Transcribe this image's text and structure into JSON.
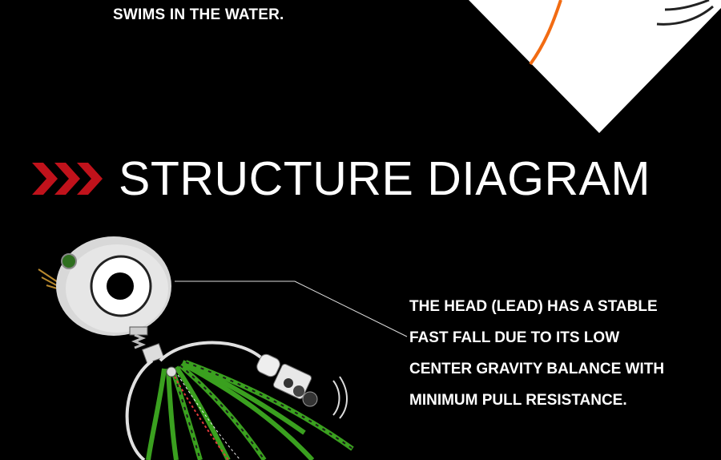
{
  "top_caption": "SWIMS IN THE WATER.",
  "section": {
    "title": "STRUCTURE DIAGRAM",
    "accent_color": "#c0121b"
  },
  "description": {
    "lines": [
      "THE HEAD (LEAD) HAS A STABLE",
      "FAST FALL DUE TO ITS LOW",
      "CENTER GRAVITY BALANCE WITH",
      "MINIMUM PULL RESISTANCE."
    ]
  },
  "icons": [
    "chevrons-right-icon",
    "spinnerbait-lure-illustration"
  ]
}
